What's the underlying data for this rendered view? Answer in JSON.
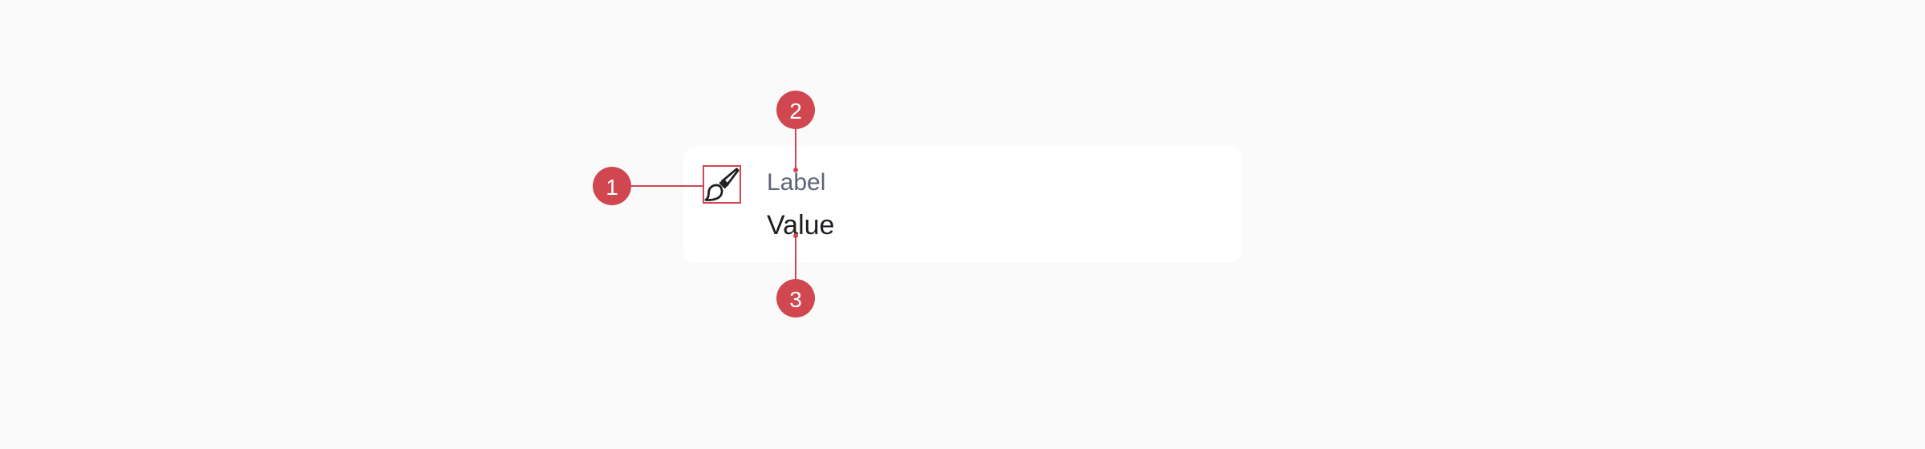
{
  "item": {
    "label": "Label",
    "value": "Value",
    "icon": "paintbrush-icon"
  },
  "annotations": [
    {
      "number": "1",
      "target": "icon"
    },
    {
      "number": "2",
      "target": "label"
    },
    {
      "number": "3",
      "target": "value"
    }
  ],
  "colors": {
    "background": "#fafafa",
    "card": "#ffffff",
    "annotation": "#d0474f",
    "label_text": "#5f6377",
    "value_text": "#1d1d22",
    "icon_stroke": "#1d1d22"
  }
}
